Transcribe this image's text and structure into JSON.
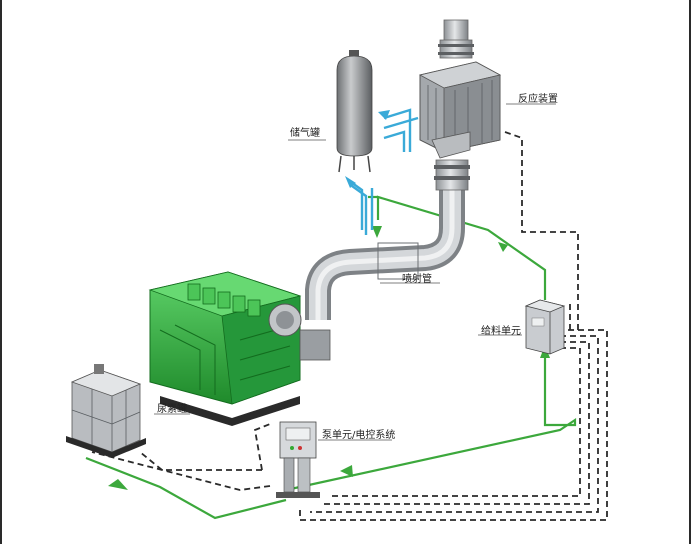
{
  "labels": {
    "reactor": "反应装置",
    "gas_tank": "储气罐",
    "injection_pipe": "喷射管",
    "dosing_unit": "给料单元",
    "urea_tank": "尿素罐",
    "pump_unit": "泵单元/电控系统"
  },
  "colors": {
    "flow_line": "#3ca83c",
    "control_line": "#2a2a2a",
    "air_line": "#3aaad8",
    "engine": "#2fae3c",
    "pipe": "#b8bcc0",
    "frame": "#2a2a2a"
  },
  "icons": [
    "engine-icon",
    "gas-tank-icon",
    "reactor-icon",
    "urea-tank-icon",
    "pump-unit-icon",
    "dosing-unit-icon",
    "arrow-icon"
  ]
}
